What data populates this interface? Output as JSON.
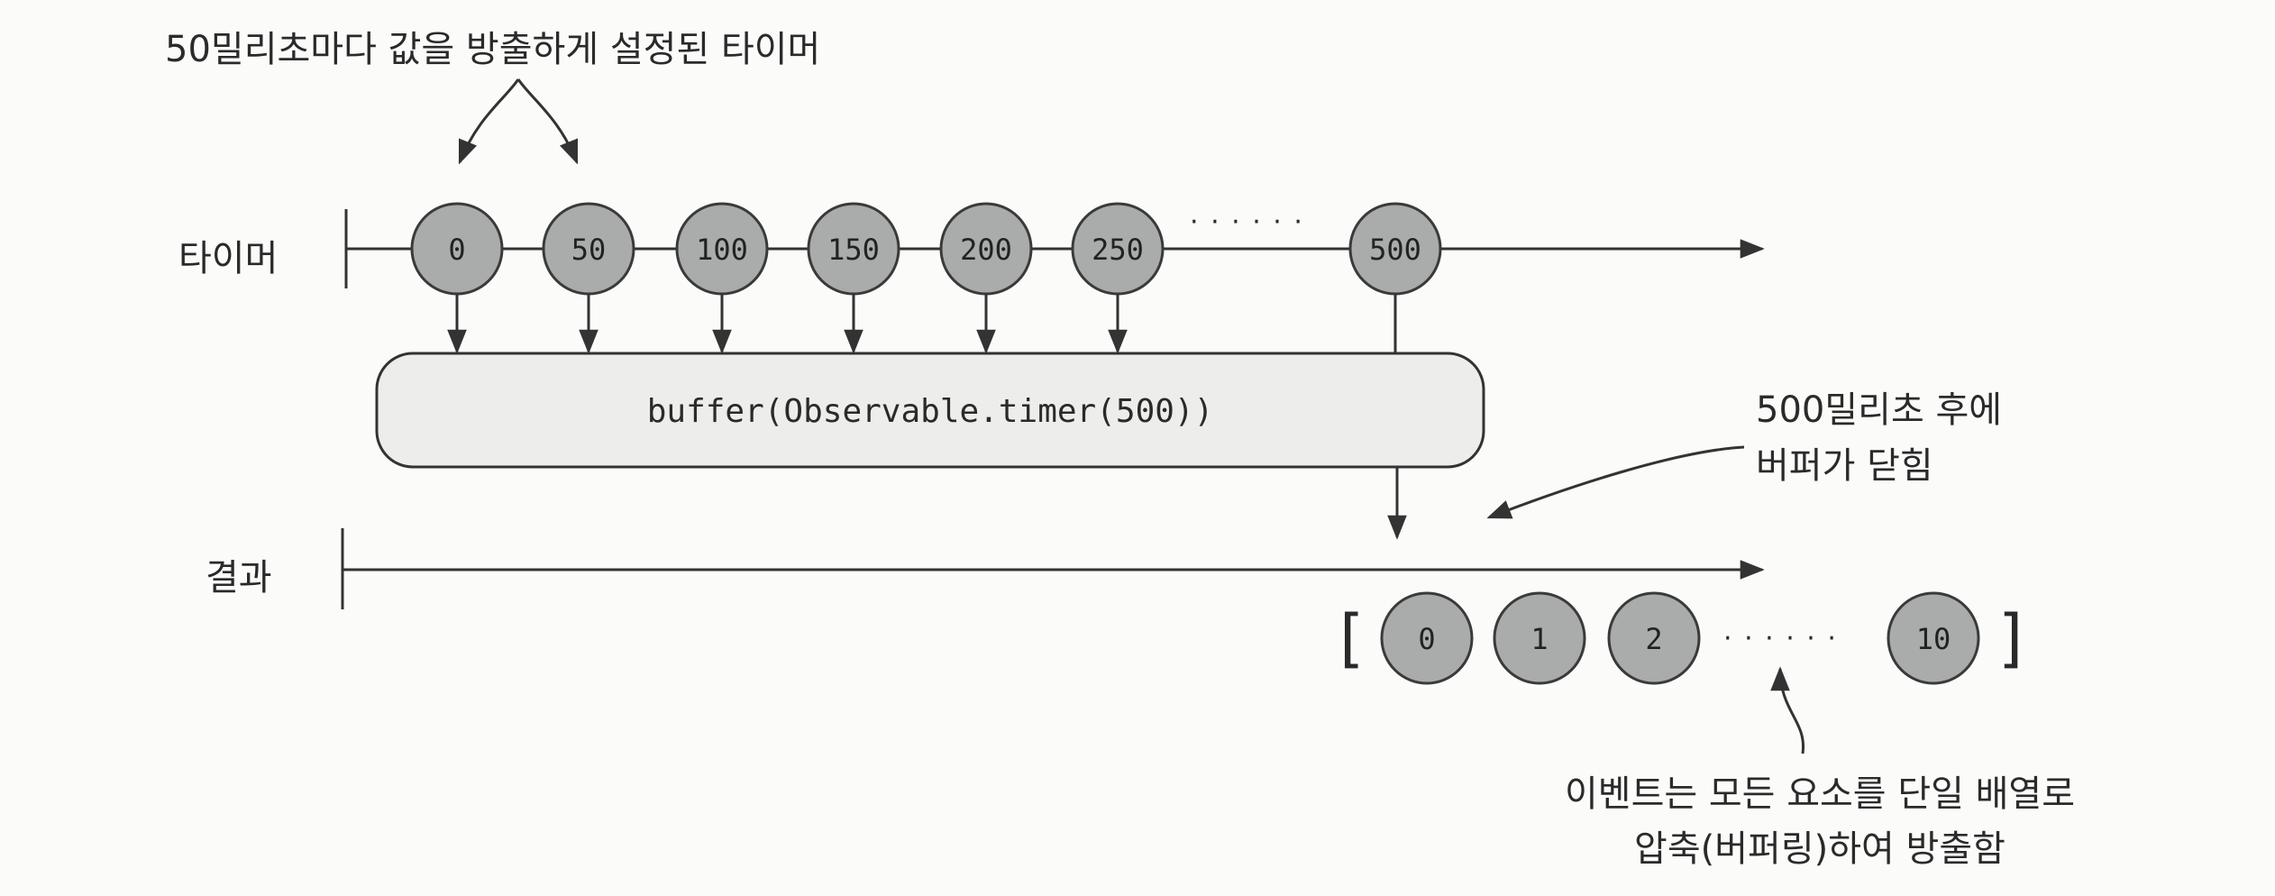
{
  "annotations": {
    "timer_note": "50밀리초마다 값을 방출하게 설정된 타이머",
    "close_note_line1": "500밀리초 후에",
    "close_note_line2": "버퍼가 닫힘",
    "compress_note_line1": "이벤트는 모든 요소를 단일 배열로",
    "compress_note_line2": "압축(버퍼링)하여 방출함"
  },
  "timeline_timer": {
    "label": "타이머",
    "marbles": [
      "0",
      "50",
      "100",
      "150",
      "200",
      "250",
      "500"
    ],
    "ellipsis": "· · · · · ·"
  },
  "operator": {
    "label": "buffer(Observable.timer(500))"
  },
  "timeline_result": {
    "label": "결과",
    "bracket_open": "[",
    "bracket_close": "]",
    "array_items": [
      "0",
      "1",
      "2",
      "10"
    ],
    "ellipsis": "· · · · · ·"
  },
  "colors": {
    "marble_fill": "#a9acaa",
    "marble_stroke": "#3a3a3a",
    "line": "#333333",
    "operator_fill": "#ededec"
  }
}
